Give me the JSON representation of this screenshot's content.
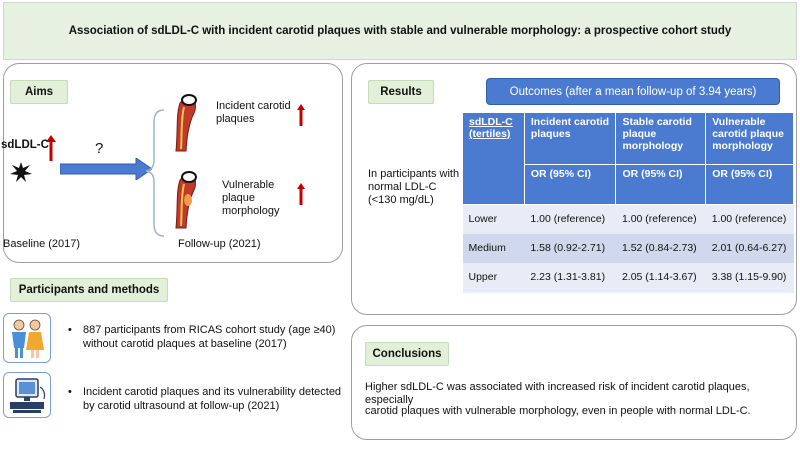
{
  "title": "Association of sdLDL-C with incident carotid plaques with stable and vulnerable morphology: a prospective cohort study",
  "aims": {
    "tag": "Aims",
    "exposure": "sdLDL-C",
    "question": "?",
    "incident": "Incident carotid plaques",
    "vulnerable": "Vulnerable plaque morphology",
    "baseline": "Baseline (2017)",
    "followup": "Follow-up (2021)"
  },
  "participants": {
    "tag": "Participants and methods",
    "bullet1": "887 participants from RICAS cohort study (age ≥40) without carotid plaques at baseline (2017)",
    "bullet2": "Incident carotid plaques and its vulnerability detected by carotid ultrasound at follow-up (2021)"
  },
  "results": {
    "tag": "Results",
    "outcomes": "Outcomes (after a mean follow-up of 3.94 years)",
    "population": "In participants with normal LDL-C (<130 mg/dL)",
    "headers": [
      "sdLDL-C (tertiles)",
      "Incident carotid plaques",
      "Stable carotid plaque morphology",
      "Vulnerable carotid plaque morphology"
    ],
    "subheader": "OR (95% CI)",
    "rows": [
      {
        "label": "Lower",
        "c1": "1.00 (reference)",
        "c2": "1.00 (reference)",
        "c3": "1.00 (reference)"
      },
      {
        "label": "Medium",
        "c1": "1.58 (0.92-2.71)",
        "c2": "1.52 (0.84-2.73)",
        "c3": "2.01 (0.64-6.27)"
      },
      {
        "label": "Upper",
        "c1": "2.23 (1.31-3.81)",
        "c2": "2.05 (1.14-3.67)",
        "c3": "3.38 (1.15-9.90)"
      }
    ]
  },
  "conclusions": {
    "tag": "Conclusions",
    "line1": "Higher sdLDL-C was associated with increased risk of incident carotid plaques, especially",
    "line2": "carotid plaques with vulnerable morphology, even in people with normal LDL-C."
  },
  "colors": {
    "accent_blue": "#4a7bd0",
    "tag_green": "#e2efd9",
    "arrow_red": "#c00000"
  }
}
